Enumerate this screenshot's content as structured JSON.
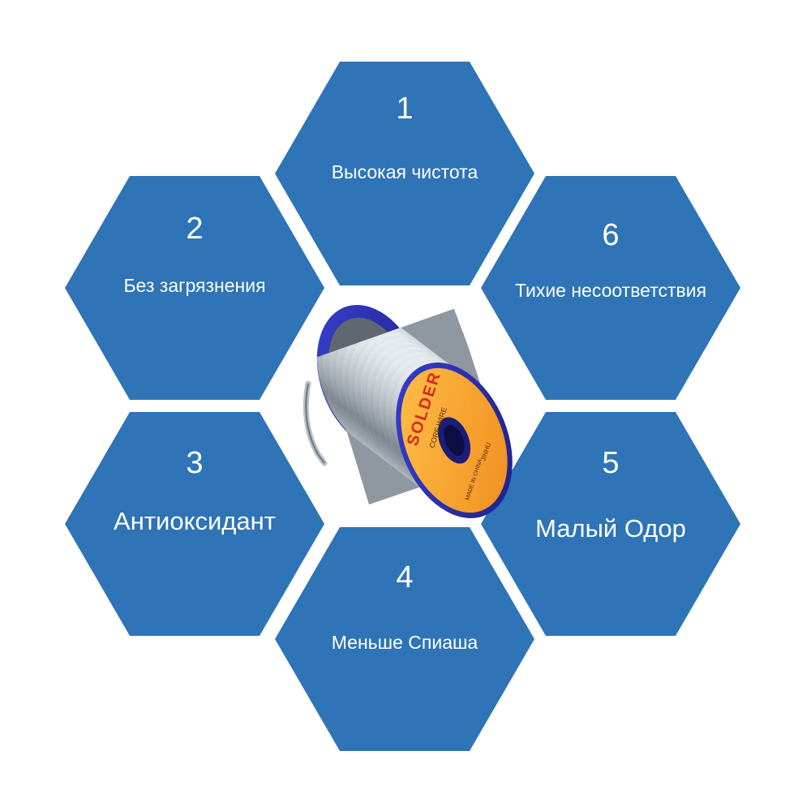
{
  "colors": {
    "hex_fill": "#2e74b6",
    "text": "#ffffff",
    "background": "#ffffff",
    "spool_flange": "#2b2fb5",
    "spool_label": "#f5a623",
    "spool_label_text": "#d62b1f",
    "wire": "#9aa3ab"
  },
  "features": [
    {
      "number": "1",
      "label": "Высокая чистота"
    },
    {
      "number": "2",
      "label": "Без загрязнения"
    },
    {
      "number": "3",
      "label": "Антиоксидант"
    },
    {
      "number": "4",
      "label": "Меньше Спиаша"
    },
    {
      "number": "5",
      "label": "Малый Одор"
    },
    {
      "number": "6",
      "label": "Тихие несоответствия"
    }
  ],
  "spool": {
    "brand": "SOLDER",
    "subtitle": "CORE WIRE",
    "origin": "MADE IN CHINA",
    "maker": "JINHU"
  }
}
